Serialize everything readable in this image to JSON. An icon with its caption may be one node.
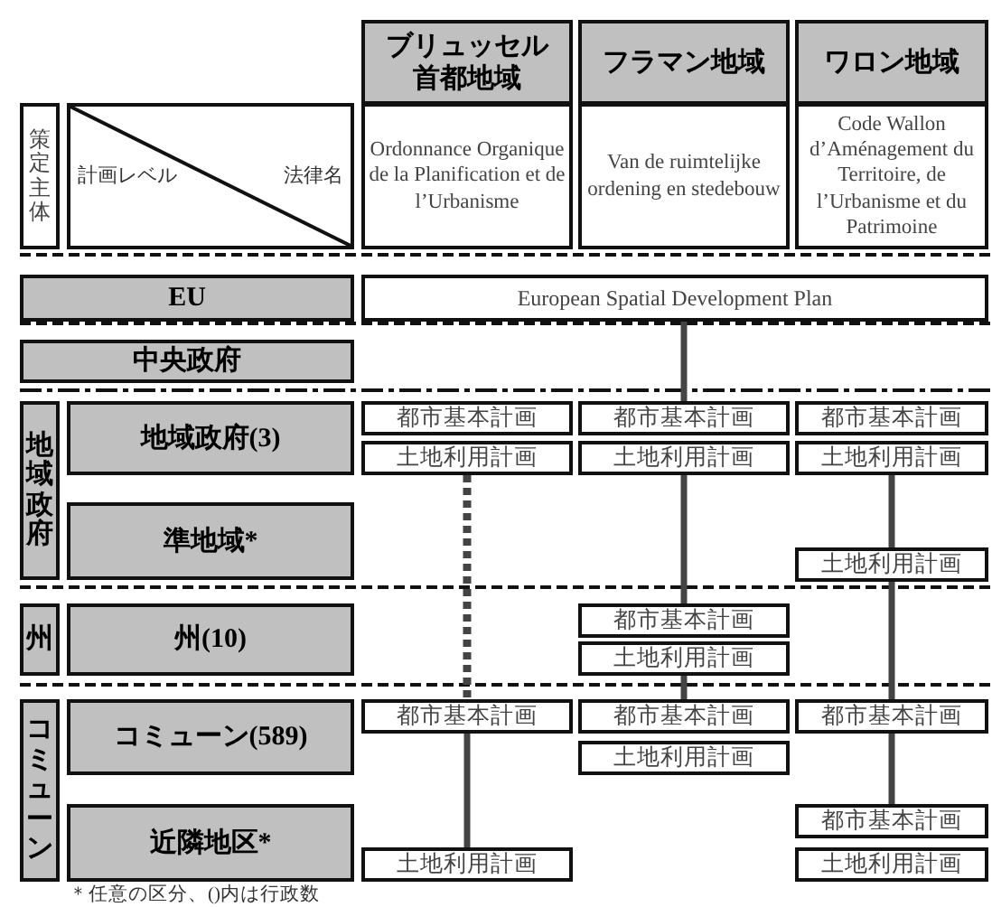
{
  "diagram": {
    "nodes": [
      {
        "text": [
          "ブリュッセル首都地域"
        ]
      },
      {
        "text": [
          "フラマン地域"
        ]
      },
      {
        "text": [
          "ワロン地域"
        ]
      },
      {
        "text": [
          "策定主体"
        ]
      },
      {
        "text": [
          "計画レベル",
          "法律名"
        ]
      },
      {
        "text": [
          "Ordonnance Organique de la Planification et de l’Urbanisme"
        ]
      },
      {
        "text": [
          "Van de ruimtelijke ordening en stedebouw"
        ]
      },
      {
        "text": [
          "Code Wallon d’Aménagement du Territoire, de l’Urbanisme et du Patrimoine"
        ]
      },
      {
        "text": [
          "EU"
        ]
      },
      {
        "text": [
          "European Spatial Development Plan"
        ]
      },
      {
        "text": [
          "中央政府"
        ]
      },
      {
        "text": [
          "地域政府"
        ]
      },
      {
        "text": [
          "地域政府(3)"
        ]
      },
      {
        "text": [
          "都市基本計画"
        ]
      },
      {
        "text": [
          "都市基本計画"
        ]
      },
      {
        "text": [
          "都市基本計画"
        ]
      },
      {
        "text": [
          "土地利用計画"
        ]
      },
      {
        "text": [
          "土地利用計画"
        ]
      },
      {
        "text": [
          "土地利用計画"
        ]
      },
      {
        "text": [
          "準地域*"
        ]
      },
      {
        "text": [
          "土地利用計画"
        ]
      },
      {
        "text": [
          "州"
        ]
      },
      {
        "text": [
          "州(10)"
        ]
      },
      {
        "text": [
          "都市基本計画"
        ]
      },
      {
        "text": [
          "土地利用計画"
        ]
      },
      {
        "text": [
          "コミューン"
        ]
      },
      {
        "text": [
          "コミューン(589)"
        ]
      },
      {
        "text": [
          "都市基本計画"
        ]
      },
      {
        "text": [
          "都市基本計画"
        ]
      },
      {
        "text": [
          "都市基本計画"
        ]
      },
      {
        "text": [
          "土地利用計画"
        ]
      },
      {
        "text": [
          "近隣地区*"
        ]
      },
      {
        "text": [
          "都市基本計画"
        ]
      },
      {
        "text": [
          "土地利用計画"
        ]
      },
      {
        "text": [
          "土地利用計画"
        ]
      }
    ],
    "edges": [
      {
        "from": 9,
        "to": 14,
        "arrow": "none"
      },
      {
        "from": 16,
        "to": 27,
        "arrow": "none",
        "style": "dashed"
      },
      {
        "from": 17,
        "to": 23,
        "arrow": "none"
      },
      {
        "from": 24,
        "to": 28,
        "arrow": "none"
      },
      {
        "from": 18,
        "to": 20,
        "arrow": "none"
      },
      {
        "from": 20,
        "to": 29,
        "arrow": "none"
      },
      {
        "from": 29,
        "to": 32,
        "arrow": "none"
      },
      {
        "from": 27,
        "to": 33,
        "arrow": "none"
      }
    ],
    "labels": [
      "＊任意の区分、()内は行政数"
    ]
  }
}
